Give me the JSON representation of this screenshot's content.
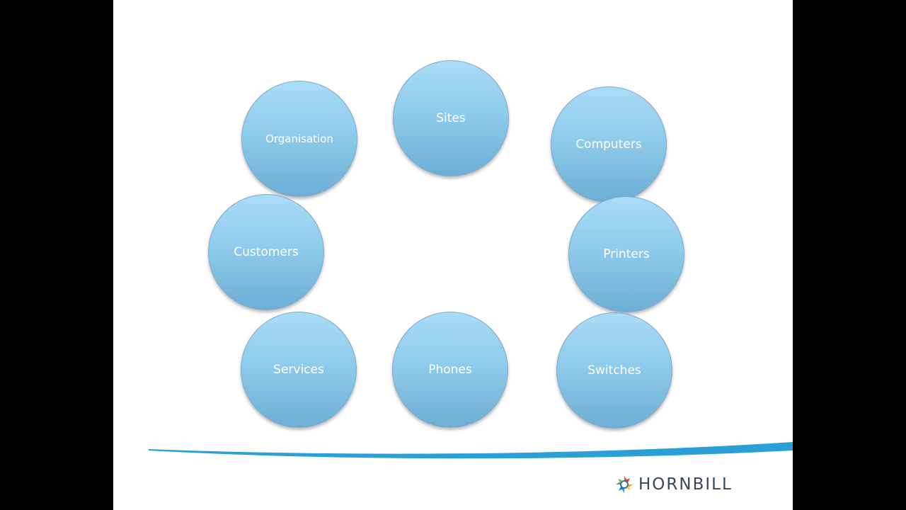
{
  "diagram": {
    "nodes": [
      {
        "id": "organisation",
        "label": "Organisation"
      },
      {
        "id": "sites",
        "label": "Sites"
      },
      {
        "id": "computers",
        "label": "Computers"
      },
      {
        "id": "customers",
        "label": "Customers"
      },
      {
        "id": "printers",
        "label": "Printers"
      },
      {
        "id": "services",
        "label": "Services"
      },
      {
        "id": "phones",
        "label": "Phones"
      },
      {
        "id": "switches",
        "label": "Switches"
      }
    ],
    "node_color": "#8fcbeb",
    "swoosh_color": "#2a9fd8"
  },
  "brand": {
    "name": "HORNBILL",
    "logo_icon": "hornbill-logo-icon"
  }
}
